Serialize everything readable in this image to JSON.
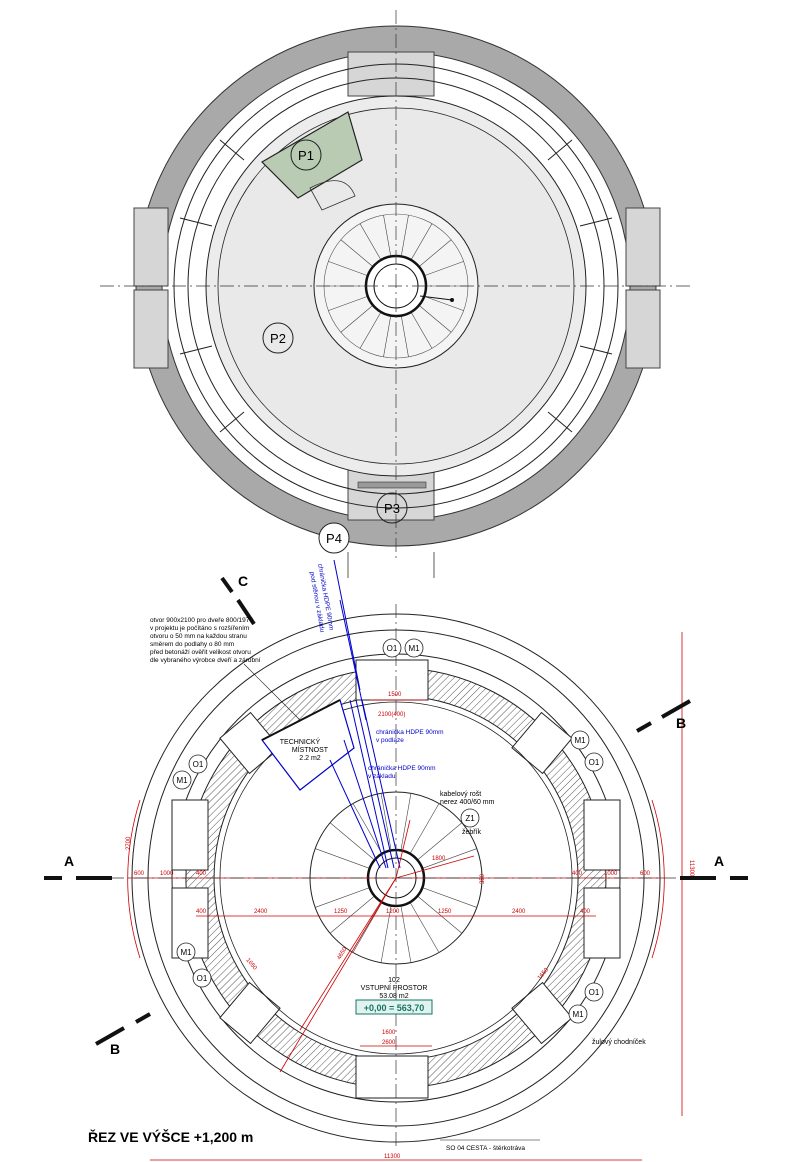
{
  "plan_top": {
    "labels": {
      "p1": "P1",
      "p2": "P2",
      "p3": "P3",
      "p4": "P4"
    }
  },
  "plan_bottom": {
    "title": "ŘEZ VE VÝŠCE +1,200 m",
    "section_marks": {
      "a": "A",
      "b": "B",
      "c": "C"
    },
    "room": {
      "number": "102",
      "name": "VSTUPNÍ PROSTOR",
      "area": "53.08 m2",
      "level": "+0,00 = 563,70"
    },
    "tech_room": {
      "line1": "TECHNICKÝ",
      "line2": "MÍSTNOST",
      "line3": "2.2 m2"
    },
    "note_lines": [
      "otvor 900x2100 pro dveře 800/1970",
      "v projektu je počítáno s rozšířením",
      "otvoru o 50 mm na každou stranu",
      "směrem do podlahy o 80 mm",
      "před betonáží ověřit velikost otvoru",
      "dle vybraného výrobce dveří a zárubní"
    ],
    "hdpe_vertical": [
      "chránička HDPE 90mm",
      "pod stěnou v základu"
    ],
    "hdpe_labels": [
      "chránička HDPE 90mm",
      "v podlaze",
      "chránička HDPE 90mm",
      "v základu"
    ],
    "cable_tray": [
      "kabelový rošt",
      "nerez 400/60 mm"
    ],
    "ladder": {
      "code": "Z1",
      "name": "žebřík"
    },
    "window_codes": [
      "O1",
      "M1"
    ],
    "path_label": "žulový chodníček",
    "road_label": "SO 04 CESTA - štěrkotráva",
    "dims": {
      "d11300": "11300",
      "d600": "600",
      "d1000": "1000",
      "d400": "400",
      "d2400": "2400",
      "d1250": "1250",
      "d1200": "1200",
      "d1600": "1600",
      "d2600": "2600",
      "d4650": "4650",
      "d2100_400": "2100(400)",
      "d1500": "1500",
      "d2700": "2700",
      "d350": "350",
      "d1800": "1800",
      "d1650": "1650"
    }
  }
}
